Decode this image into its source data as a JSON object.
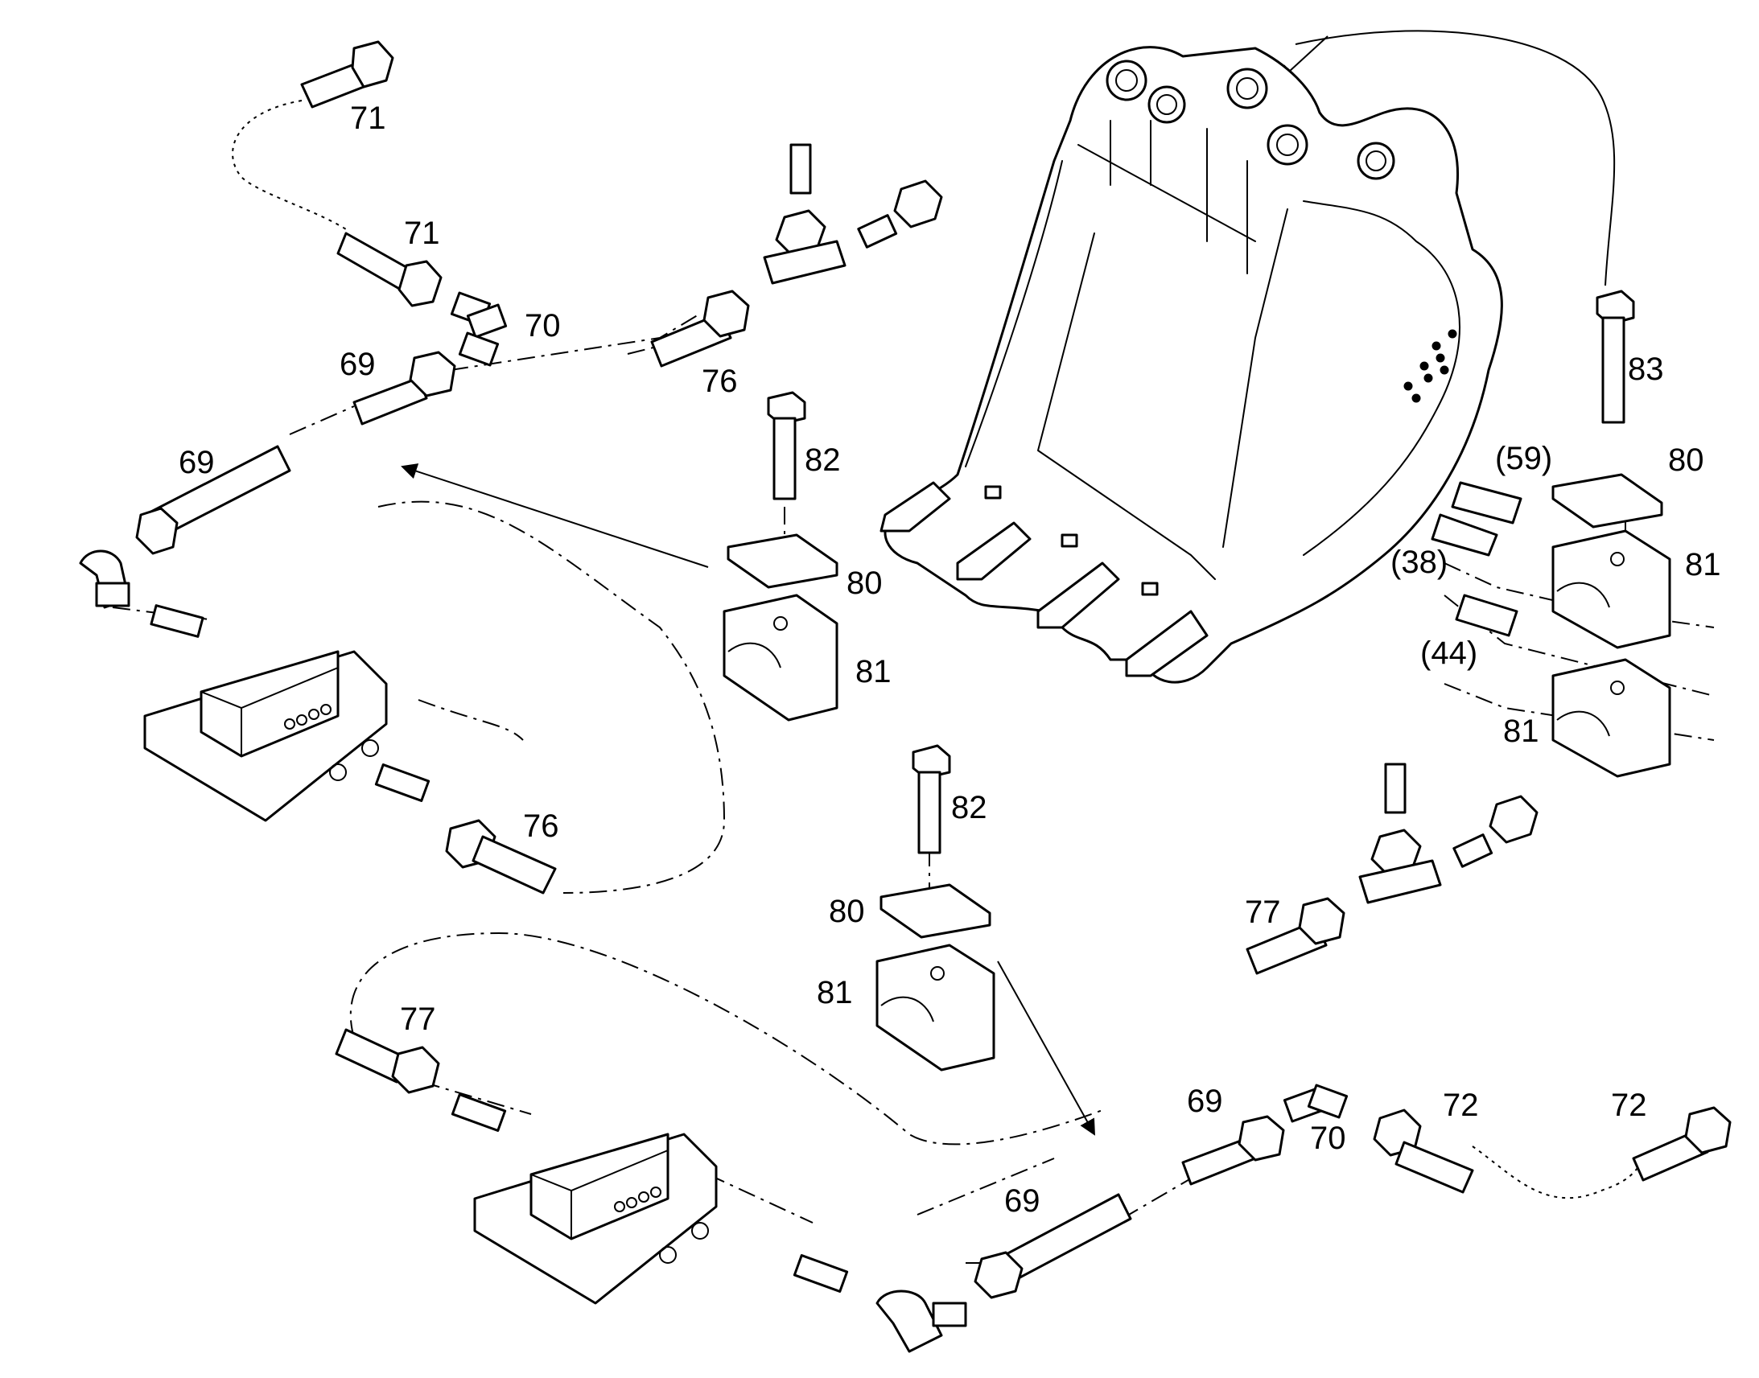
{
  "diagram": {
    "callouts": {
      "c71a": "71",
      "c71b": "71",
      "c70a": "70",
      "c69a": "69",
      "c69b": "69",
      "c76a": "76",
      "c76b": "76",
      "c82a": "82",
      "c80a": "80",
      "c81a": "81",
      "c83": "83",
      "c59": "(59)",
      "c80b": "80",
      "c38": "(38)",
      "c81b": "81",
      "c44": "(44)",
      "c81c": "81",
      "c82b": "82",
      "c80c": "80",
      "c81d": "81",
      "c77a": "77",
      "c77b": "77",
      "c69c": "69",
      "c70b": "70",
      "c72a": "72",
      "c72b": "72",
      "c69d": "69"
    }
  }
}
